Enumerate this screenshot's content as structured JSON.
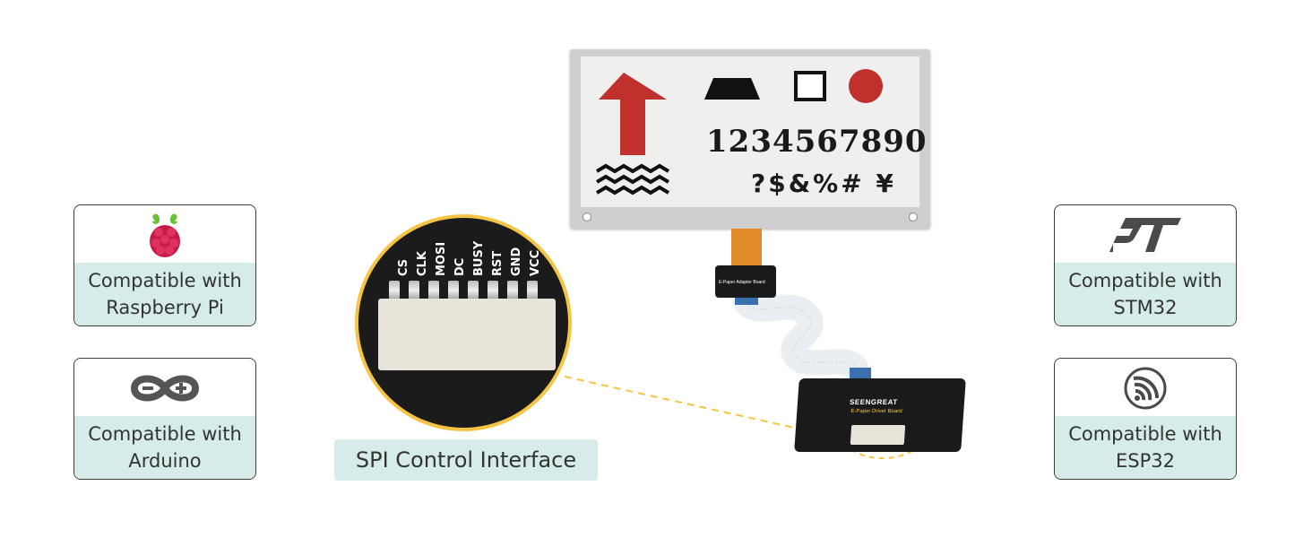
{
  "cards": {
    "raspberry_pi": {
      "line1": "Compatible with",
      "line2": "Raspberry Pi",
      "icon": "raspberry-pi-logo"
    },
    "arduino": {
      "line1": "Compatible with",
      "line2": "Arduino",
      "icon": "arduino-logo"
    },
    "stm32": {
      "line1": "Compatible with",
      "line2": "STM32",
      "icon": "st-logo"
    },
    "esp32": {
      "line1": "Compatible with",
      "line2": "ESP32",
      "icon": "espressif-logo"
    }
  },
  "spi_label": "SPI Control Interface",
  "epaper": {
    "digits": "1234567890",
    "symbols": "?$&%# ¥"
  },
  "pins": [
    "CS",
    "CLK",
    "MOSI",
    "DC",
    "BUSY",
    "RST",
    "GND",
    "VCC"
  ],
  "driver_board": {
    "brand": "SEENGREAT",
    "caption": "E-Paper Driver Board"
  },
  "adapter_board": {
    "caption": "E-Paper Adapter Board"
  },
  "colors": {
    "accent_bg": "#d6ecea",
    "highlight": "#f6c445",
    "red": "#c0302c"
  }
}
